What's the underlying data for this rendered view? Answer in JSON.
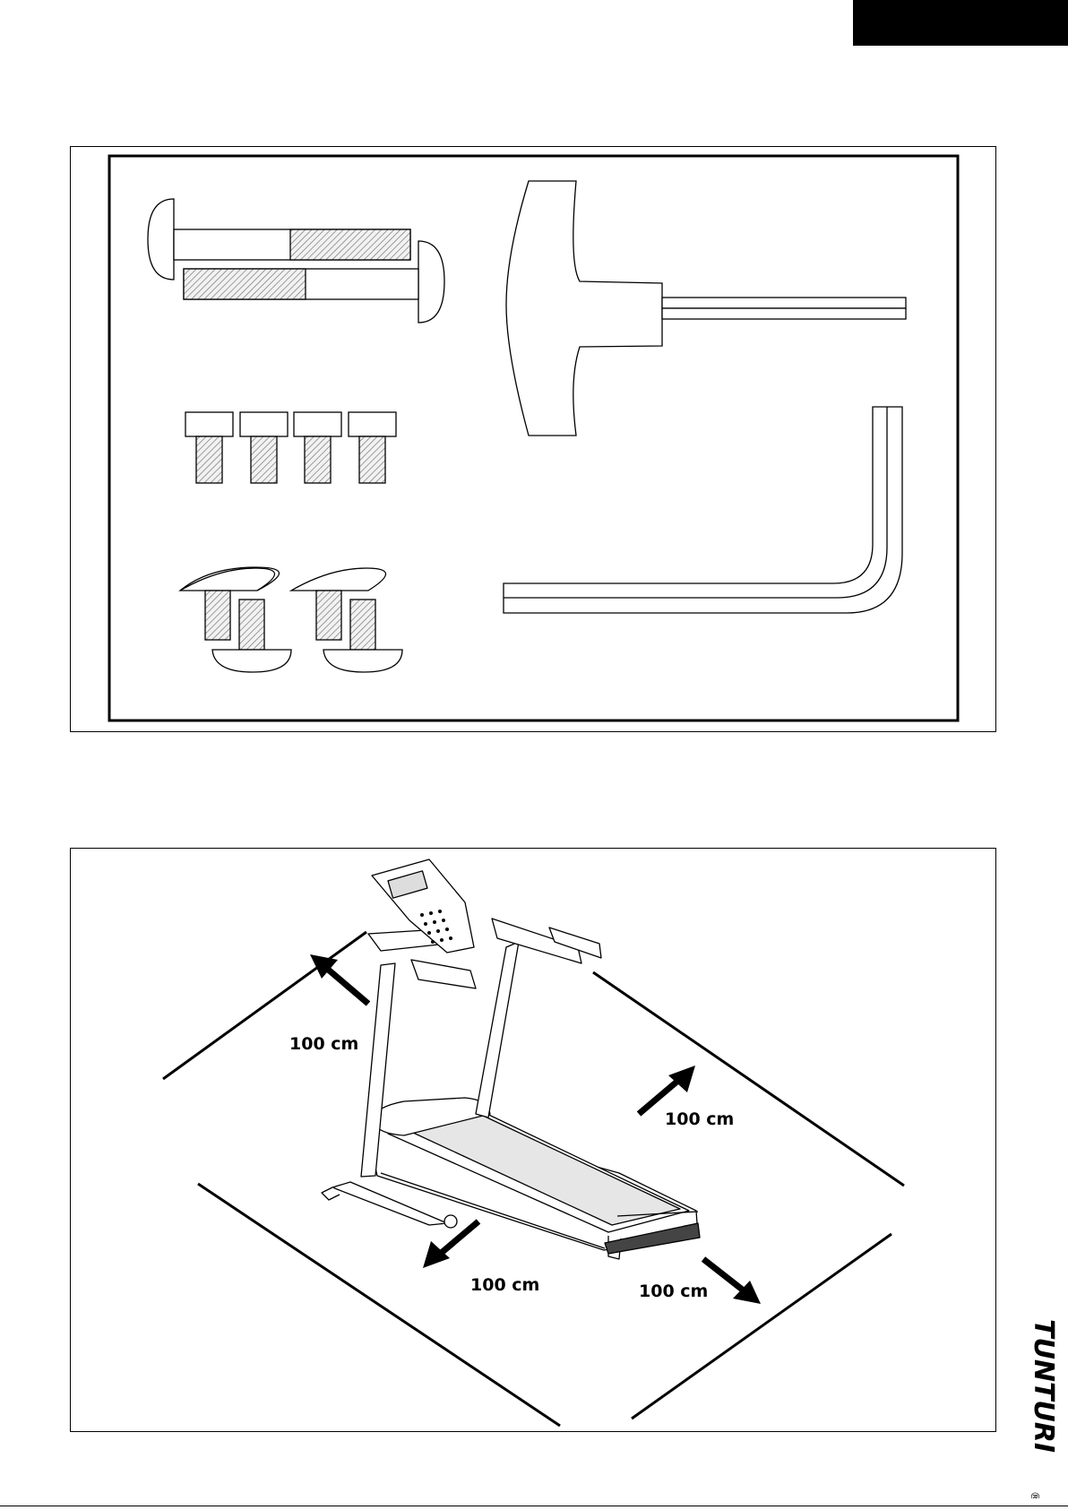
{
  "page": {
    "tab_color": "#000000"
  },
  "clearance_figure": {
    "labels": [
      "100 cm",
      "100 cm",
      "100 cm",
      "100 cm"
    ]
  },
  "brand": {
    "logo_text": "TUNTURI",
    "mark": "®"
  }
}
